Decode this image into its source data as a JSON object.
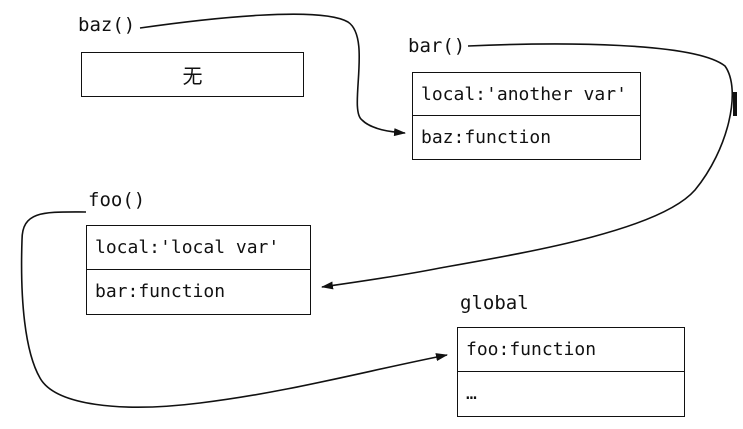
{
  "scopes": {
    "baz": {
      "label": "baz()",
      "entries": [
        "无"
      ]
    },
    "bar": {
      "label": "bar()",
      "entries": [
        "local:'another var'",
        "baz:function"
      ]
    },
    "foo": {
      "label": "foo()",
      "entries": [
        "local:'local var'",
        "bar:function"
      ]
    },
    "global": {
      "label": "global",
      "entries": [
        "foo:function",
        "…"
      ]
    }
  },
  "arrows": [
    {
      "from": "baz",
      "to": "bar"
    },
    {
      "from": "bar",
      "to": "foo"
    },
    {
      "from": "foo",
      "to": "global"
    }
  ]
}
